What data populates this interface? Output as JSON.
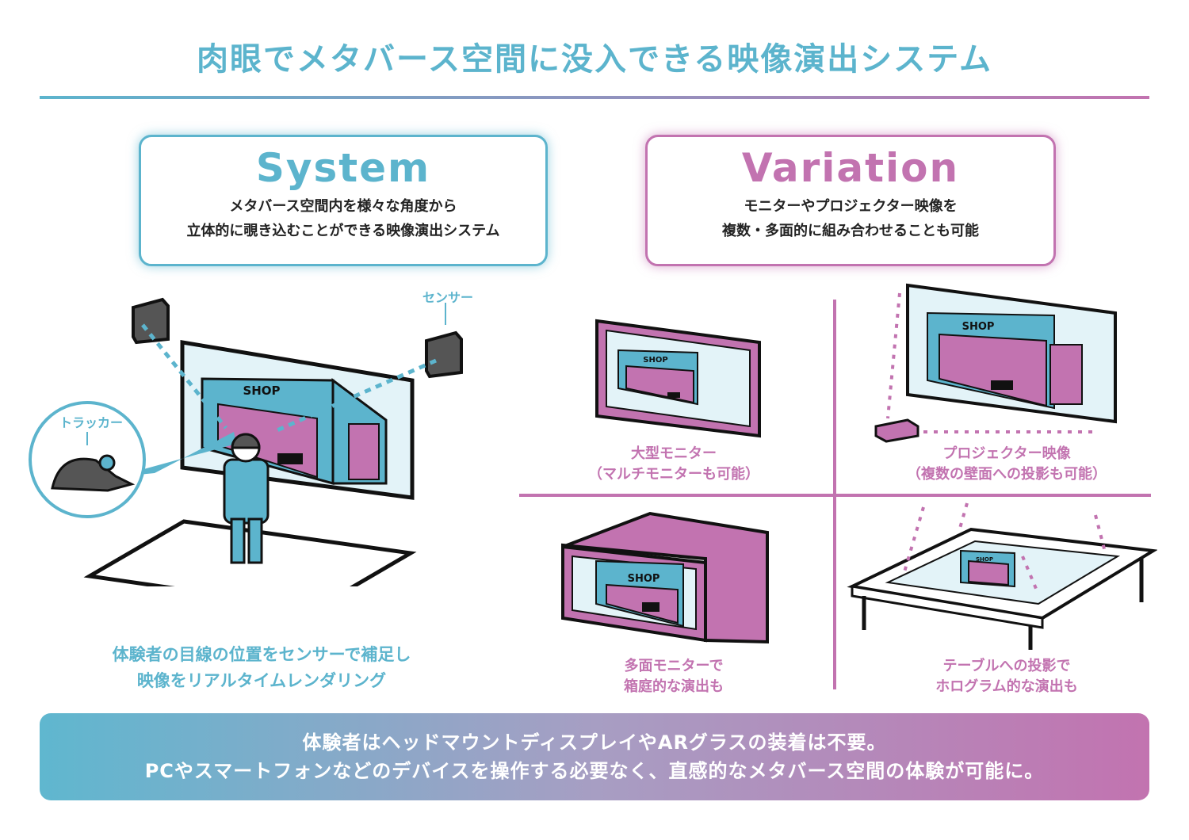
{
  "title": "肉眼でメタバース空間に没入できる映像演出システム",
  "system": {
    "heading": "System",
    "lines": [
      "メタバース空間内を様々な角度から",
      "立体的に覗き込むことができる映像演出システム"
    ],
    "sensor_label": "センサー",
    "tracker_label": "トラッカー",
    "shop_sign": "SHOP",
    "caption": [
      "体験者の目線の位置をセンサーで補足し",
      "映像をリアルタイムレンダリング"
    ]
  },
  "variation": {
    "heading": "Variation",
    "lines": [
      "モニターやプロジェクター映像を",
      "複数・多面的に組み合わせることも可能"
    ],
    "items": [
      {
        "caption": [
          "大型モニター",
          "（マルチモニターも可能）"
        ],
        "shop_sign": "SHOP"
      },
      {
        "caption": [
          "プロジェクター映像",
          "（複数の壁面への投影も可能）"
        ],
        "shop_sign": "SHOP"
      },
      {
        "caption": [
          "多面モニターで",
          "箱庭的な演出も"
        ],
        "shop_sign": "SHOP"
      },
      {
        "caption": [
          "テーブルへの投影で",
          "ホログラム的な演出も"
        ],
        "shop_sign": "SHOP"
      }
    ]
  },
  "banner": {
    "lines": [
      "体験者はヘッドマウントディスプレイやARグラスの装着は不要。",
      "PCやスマートフォンなどのデバイスを操作する必要なく、直感的なメタバース空間の体験が可能に。"
    ]
  },
  "colors": {
    "blue": "#5cb4cd",
    "pink": "#c273b0",
    "dark": "#555555"
  }
}
